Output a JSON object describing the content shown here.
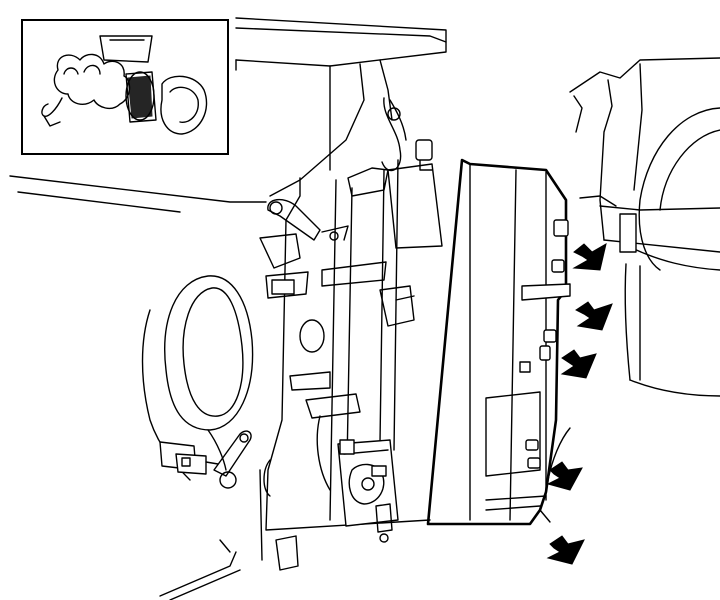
{
  "figure": {
    "subject": "heater-box-assembly-removal",
    "inset": {
      "subject": "blower-motor-connector-detail"
    },
    "callout_arrows": {
      "count": 5,
      "color": "#000000"
    },
    "line_color": "#000000",
    "background_color": "#ffffff"
  }
}
